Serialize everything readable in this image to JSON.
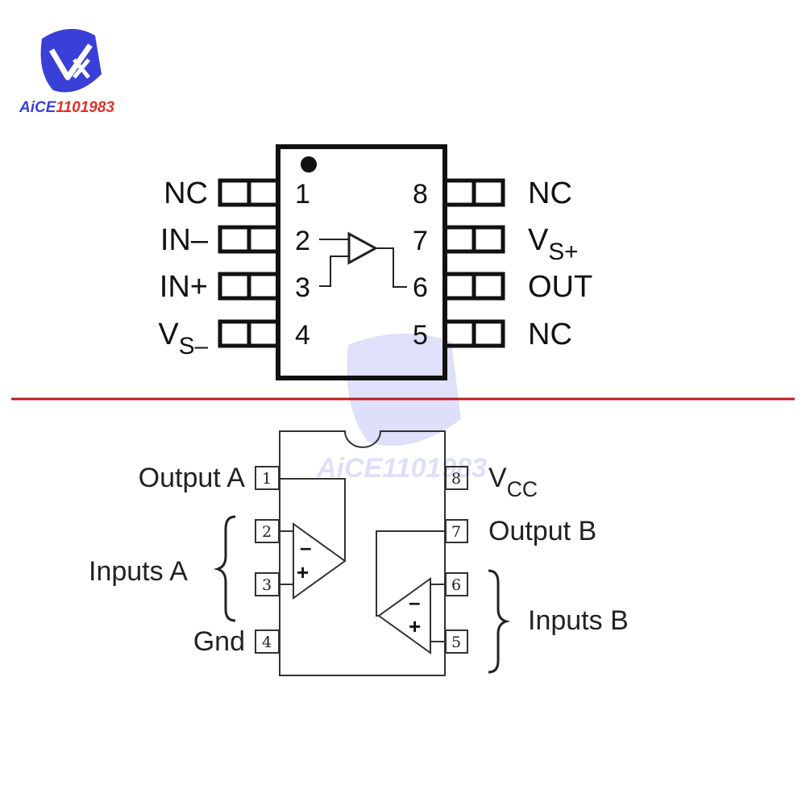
{
  "logo": {
    "brand_text": "AiCE1101983",
    "colors": {
      "blue": "#3a3fd8",
      "red": "#e0322a"
    }
  },
  "top_chip": {
    "pins_left": [
      {
        "number": "1",
        "label": "NC"
      },
      {
        "number": "2",
        "label": "IN–"
      },
      {
        "number": "3",
        "label": "IN+"
      },
      {
        "number": "4",
        "label": "V",
        "sub": "S–"
      }
    ],
    "pins_right": [
      {
        "number": "8",
        "label": "NC"
      },
      {
        "number": "7",
        "label": "V",
        "sub": "S+"
      },
      {
        "number": "6",
        "label": "OUT"
      },
      {
        "number": "5",
        "label": "NC"
      }
    ]
  },
  "divider": {
    "color": "#b8181f"
  },
  "bottom_chip": {
    "pins_left": [
      {
        "number": "1",
        "label": "Output A"
      },
      {
        "number": "2"
      },
      {
        "number": "3"
      },
      {
        "number": "4",
        "label": "Gnd"
      }
    ],
    "pins_right": [
      {
        "number": "8",
        "label": "V",
        "sub": "CC"
      },
      {
        "number": "7",
        "label": "Output B"
      },
      {
        "number": "6"
      },
      {
        "number": "5"
      }
    ],
    "group_left": "Inputs A",
    "group_right": "Inputs B",
    "opamp_minus": "–",
    "opamp_plus": "+"
  }
}
